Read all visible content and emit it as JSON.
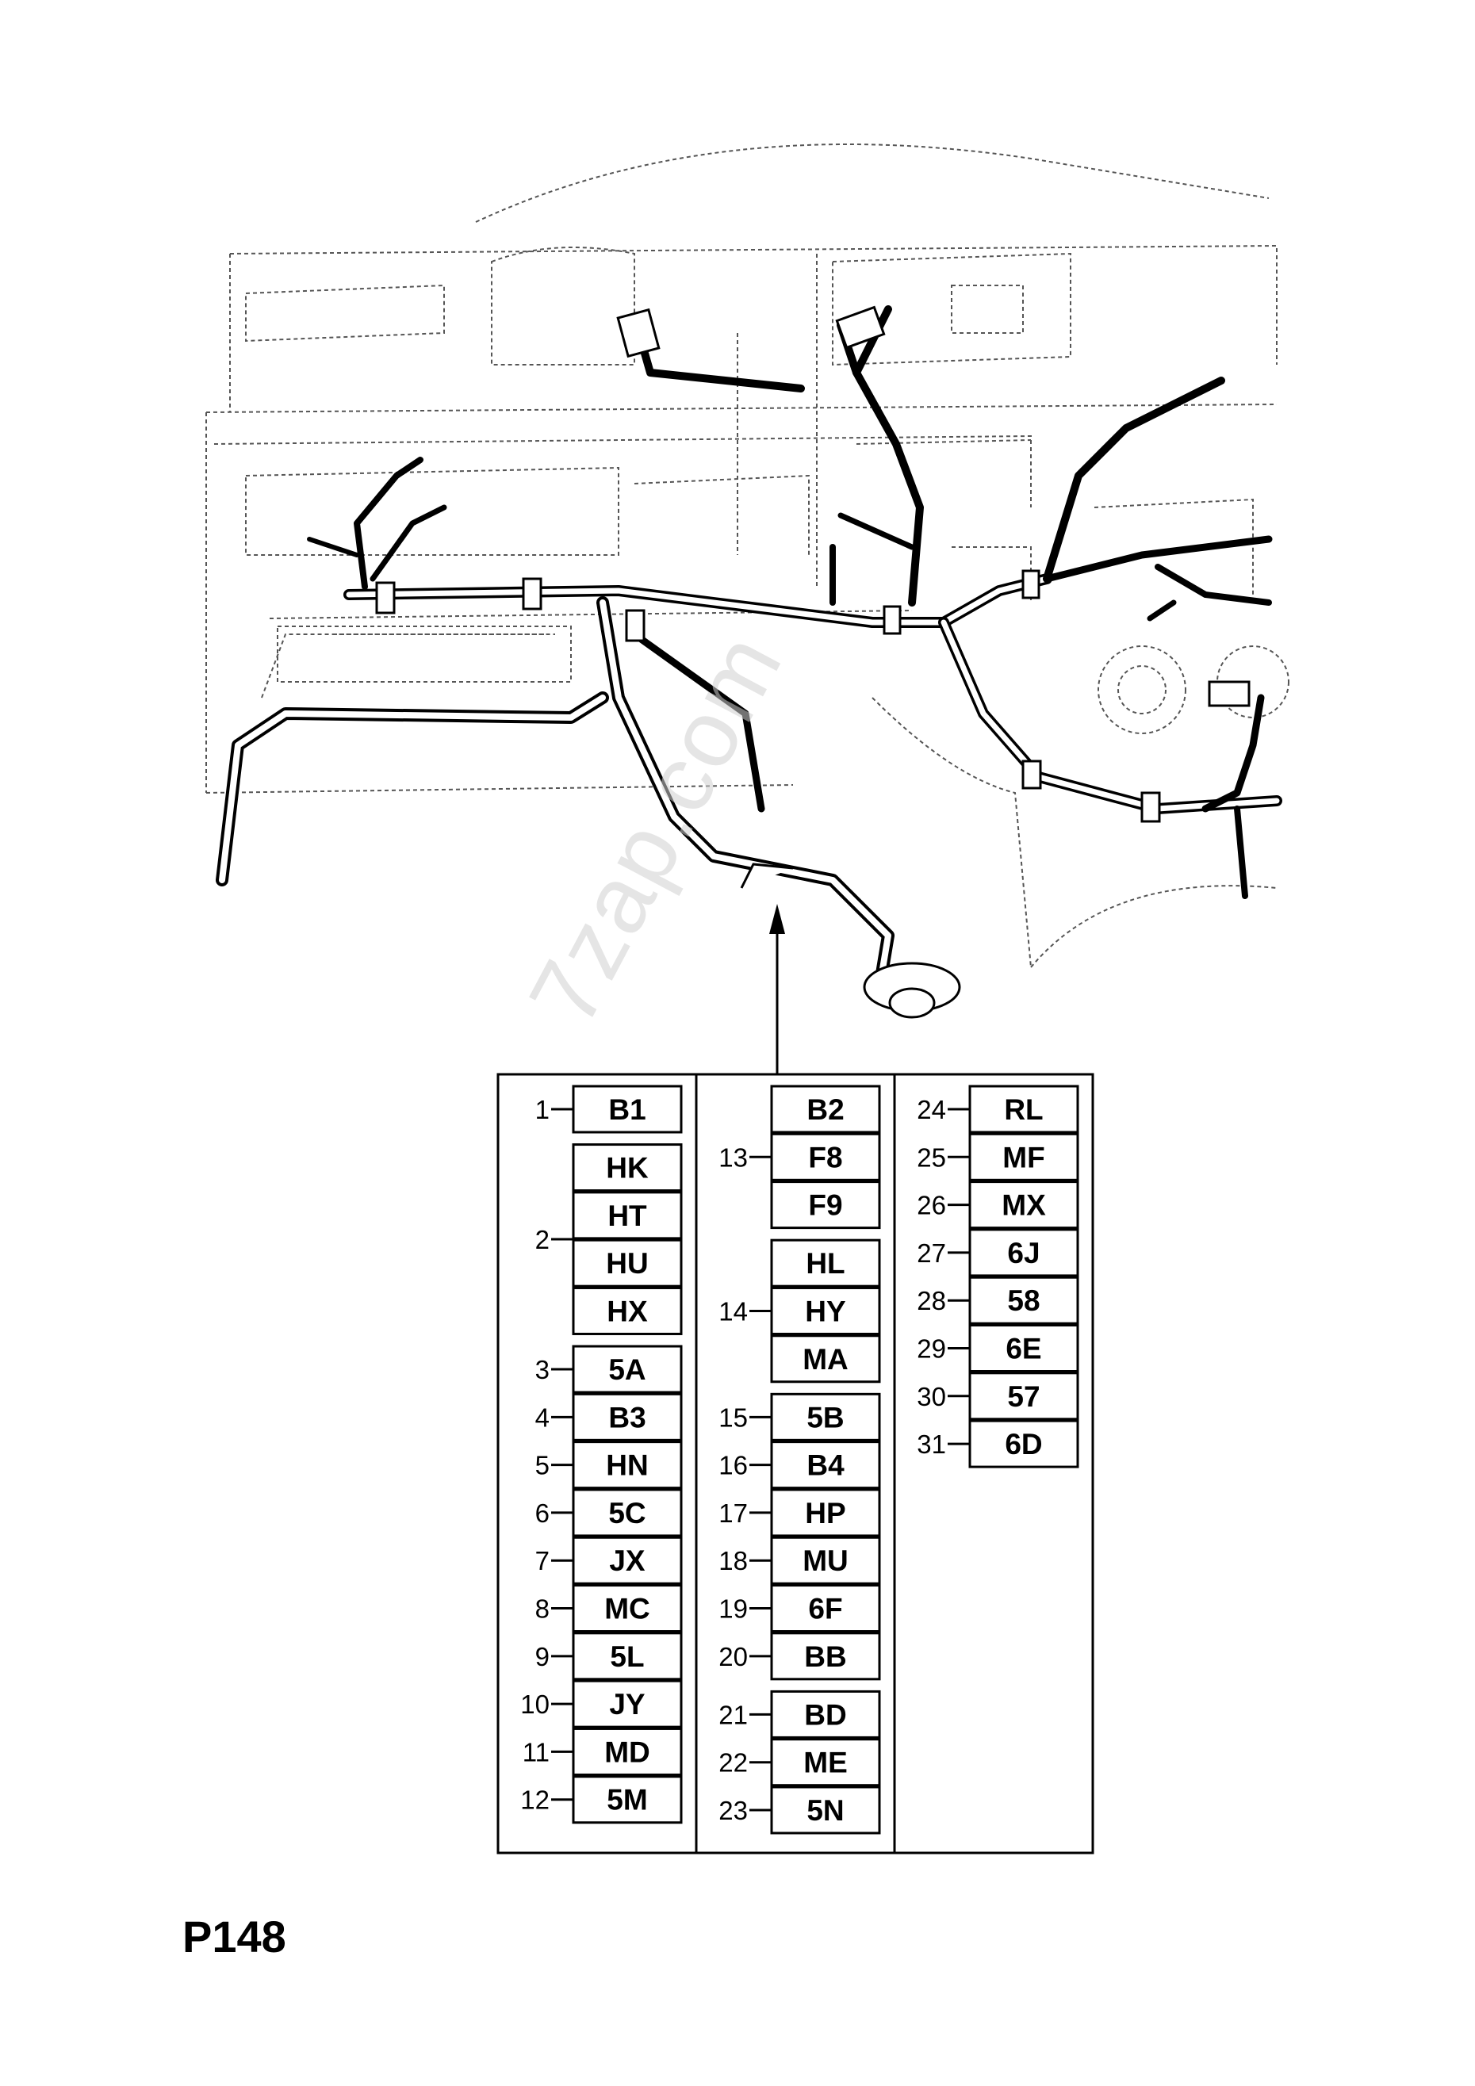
{
  "page_label": "P148",
  "watermark": "7zap.com",
  "legend": {
    "columns": [
      {
        "groups": [
          {
            "number": "1",
            "codes": [
              "B1"
            ]
          },
          {
            "number": "2",
            "codes": [
              "HK",
              "HT",
              "HU",
              "HX"
            ]
          },
          {
            "number": "3",
            "codes": [
              "5A"
            ]
          },
          {
            "number": "4",
            "codes": [
              "B3"
            ]
          },
          {
            "number": "5",
            "codes": [
              "HN"
            ]
          },
          {
            "number": "6",
            "codes": [
              "5C"
            ]
          },
          {
            "number": "7",
            "codes": [
              "JX"
            ]
          },
          {
            "number": "8",
            "codes": [
              "MC"
            ]
          },
          {
            "number": "9",
            "codes": [
              "5L"
            ]
          },
          {
            "number": "10",
            "codes": [
              "JY"
            ]
          },
          {
            "number": "11",
            "codes": [
              "MD"
            ]
          },
          {
            "number": "12",
            "codes": [
              "5M"
            ]
          }
        ]
      },
      {
        "groups": [
          {
            "number": "13",
            "codes": [
              "B2",
              "F8",
              "F9"
            ]
          },
          {
            "number": "14",
            "codes": [
              "HL",
              "HY",
              "MA"
            ]
          },
          {
            "number": "15",
            "codes": [
              "5B"
            ]
          },
          {
            "number": "16",
            "codes": [
              "B4"
            ]
          },
          {
            "number": "17",
            "codes": [
              "HP"
            ]
          },
          {
            "number": "18",
            "codes": [
              "MU"
            ]
          },
          {
            "number": "19",
            "codes": [
              "6F"
            ]
          },
          {
            "number": "20",
            "codes": [
              "BB"
            ]
          },
          {
            "number": "21",
            "codes": [
              "BD"
            ]
          },
          {
            "number": "22",
            "codes": [
              "ME"
            ]
          },
          {
            "number": "23",
            "codes": [
              "5N"
            ]
          }
        ]
      },
      {
        "groups": [
          {
            "number": "24",
            "codes": [
              "RL"
            ]
          },
          {
            "number": "25",
            "codes": [
              "MF"
            ]
          },
          {
            "number": "26",
            "codes": [
              "MX"
            ]
          },
          {
            "number": "27",
            "codes": [
              "6J"
            ]
          },
          {
            "number": "28",
            "codes": [
              "58"
            ]
          },
          {
            "number": "29",
            "codes": [
              "6E"
            ]
          },
          {
            "number": "30",
            "codes": [
              "57"
            ]
          },
          {
            "number": "31",
            "codes": [
              "6D"
            ]
          }
        ]
      }
    ]
  }
}
